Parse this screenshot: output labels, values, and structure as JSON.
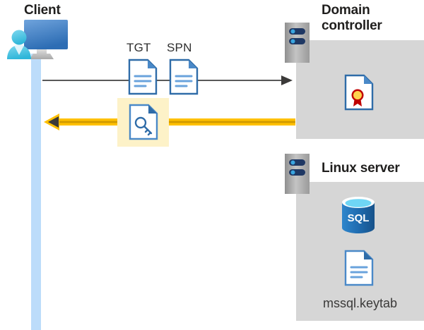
{
  "diagram": {
    "title": "Kerberos authentication flow between client, domain controller and Linux server",
    "colors": {
      "panel_gray": "#d6d6d6",
      "lifeline_blue": "#bcdcfa",
      "highlight_yellow": "#fdf2c8",
      "arrow_yellow": "#ffc000",
      "arrow_gray": "#595959",
      "doc_blue": "#4a89c8",
      "doc_blue_dark": "#2f6ca8",
      "sql_blue": "#1f6cb0",
      "server_gray": "#a6a6a6",
      "server_slot_navy": "#1f3864",
      "seal_red": "#c00000",
      "seal_gold": "#ffd24d",
      "text_dark": "#201f1e"
    },
    "nodes": {
      "client": {
        "label": "Client",
        "icon": "user-workstation-icon"
      },
      "domain_controller": {
        "label_line1": "Domain",
        "label_line2": "controller",
        "icon": "server-icon",
        "contents": [
          {
            "name": "certificate-document-icon",
            "label": ""
          }
        ]
      },
      "linux_server": {
        "label": "Linux server",
        "icon": "server-icon",
        "contents": [
          {
            "name": "sql-database-icon",
            "label": "SQL"
          },
          {
            "name": "keytab-document-icon",
            "label": "mssql.keytab"
          }
        ]
      }
    },
    "messages": [
      {
        "id": "request",
        "direction": "right",
        "color": "#595959",
        "artifacts": [
          {
            "label": "TGT",
            "icon": "document-icon"
          },
          {
            "label": "SPN",
            "icon": "document-icon"
          }
        ]
      },
      {
        "id": "response",
        "direction": "left",
        "color": "#ffc000",
        "highlighted": true,
        "artifacts": [
          {
            "label": "",
            "icon": "service-ticket-key-document-icon"
          }
        ]
      }
    ]
  }
}
